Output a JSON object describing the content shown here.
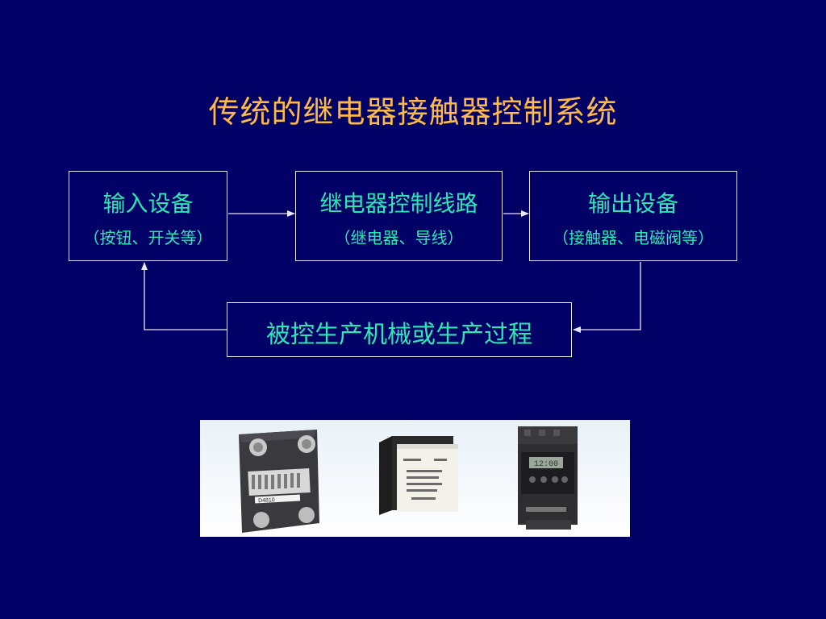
{
  "slide": {
    "title": "传统的继电器接触器控制系统"
  },
  "diagram": {
    "input_box": {
      "label": "输入设备",
      "sublabel": "（按钮、开关等）"
    },
    "relay_box": {
      "label": "继电器控制线路",
      "sublabel": "（继电器、导线）"
    },
    "output_box": {
      "label": "输出设备",
      "sublabel": "（接触器、电磁阀等）"
    },
    "process_box": {
      "label": "被控生产机械或生产过程"
    }
  },
  "photo": {
    "device1_label": "D4810",
    "device3_display": "12:00"
  },
  "colors": {
    "background": "#000066",
    "title": "#ffb84a",
    "diagram_text": "#2ee6b4",
    "lines": "#e8e8f0"
  }
}
